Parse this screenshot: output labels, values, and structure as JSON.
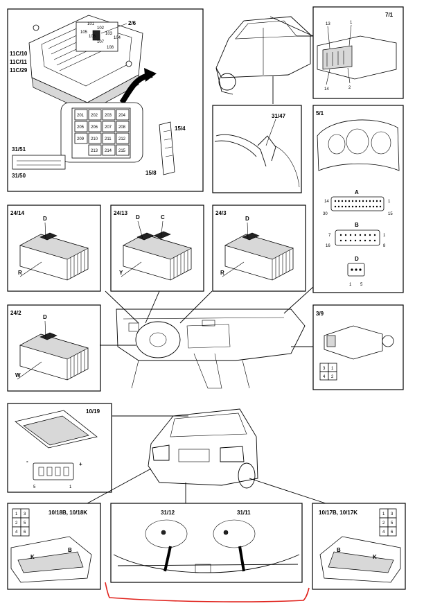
{
  "panels": {
    "fusebox": {
      "codes": [
        "11C/10",
        "11C/11",
        "11C/29"
      ],
      "ref_top": "2/6",
      "relays_top": [
        "101",
        "102",
        "103",
        "104",
        "105",
        "106",
        "107",
        "108"
      ],
      "relays_grid": [
        "201",
        "202",
        "203",
        "204",
        "205",
        "206",
        "207",
        "208",
        "209",
        "210",
        "211",
        "212",
        "213",
        "214",
        "215"
      ],
      "side_label_a": "15/4",
      "side_label_b": "15/8",
      "conn_label_a": "31/51",
      "conn_label_b": "31/50"
    },
    "car_side_top": {
      "ref": "7/1",
      "pin_tl": "13",
      "pin_tr": "1",
      "pin_bl": "14",
      "pin_br": "2"
    },
    "pillar": {
      "ref": "31/47"
    },
    "cluster": {
      "ref": "5/1",
      "conn_a": "A",
      "conn_a_pins": [
        "14",
        "1",
        "30",
        "15"
      ],
      "conn_b": "B",
      "conn_b_pins": [
        "7",
        "1",
        "16",
        "8"
      ],
      "conn_d": "D",
      "conn_d_pins": [
        "1",
        "5"
      ]
    },
    "block_24_14": {
      "ref": "24/14",
      "letters": [
        "D",
        "R"
      ]
    },
    "block_24_13": {
      "ref": "24/13",
      "letters": [
        "D",
        "C",
        "Y"
      ]
    },
    "block_24_3": {
      "ref": "24/3",
      "letters": [
        "D",
        "R"
      ]
    },
    "block_24_2": {
      "ref": "24/2",
      "letters": [
        "D",
        "W"
      ]
    },
    "switch_3_9": {
      "ref": "3/9",
      "pins": [
        "3",
        "1",
        "4",
        "2"
      ]
    },
    "brake_light": {
      "ref": "10/19",
      "minus": "-",
      "plus": "+",
      "pin_left": "5",
      "pin_right": "1"
    },
    "tail_left": {
      "ref": "10/18B, 10/18K",
      "pins": [
        "1",
        "3",
        "2",
        "5",
        "4",
        "6"
      ],
      "mark_b": "B",
      "mark_k": "K"
    },
    "trunk": {
      "ref_left": "31/12",
      "ref_right": "31/11"
    },
    "tail_right": {
      "ref": "10/17B, 10/17K",
      "pins": [
        "1",
        "3",
        "2",
        "5",
        "4",
        "6"
      ],
      "mark_b": "B",
      "mark_k": "K"
    }
  },
  "colors": {
    "ink": "#000000",
    "highlight": "#e0201a"
  }
}
